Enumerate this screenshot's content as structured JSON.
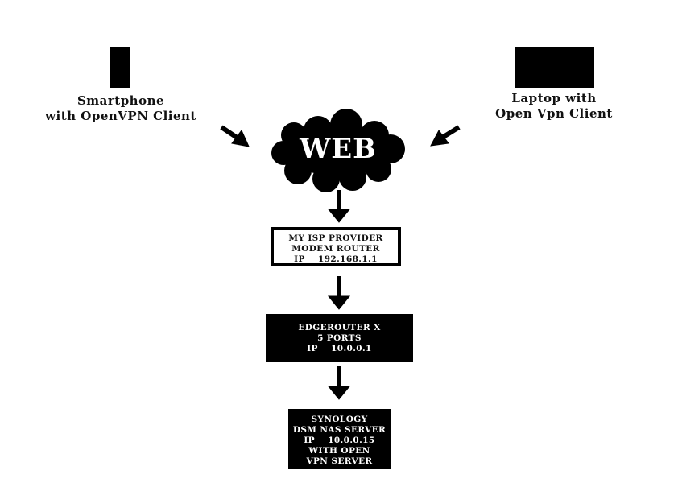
{
  "clients": {
    "smartphone": {
      "line1": "Smartphone",
      "line2": "with OpenVPN Client"
    },
    "laptop": {
      "line1": "Laptop with",
      "line2": "Open Vpn Client"
    }
  },
  "cloud": {
    "label": "WEB"
  },
  "isp_router": {
    "line1": "MY ISP PROVIDER",
    "line2": "MODEM ROUTER",
    "line3": "IP    192.168.1.1"
  },
  "edgerouter": {
    "line1": "EDGEROUTER X",
    "line2": "5 PORTS",
    "line3": "IP    10.0.0.1"
  },
  "nas": {
    "line1": "SYNOLOGY",
    "line2": "DSM NAS SERVER",
    "line3": "IP    10.0.0.15",
    "line4": "WITH OPEN",
    "line5": "VPN SERVER"
  },
  "colors": {
    "foreground": "#000000",
    "background": "#ffffff"
  }
}
